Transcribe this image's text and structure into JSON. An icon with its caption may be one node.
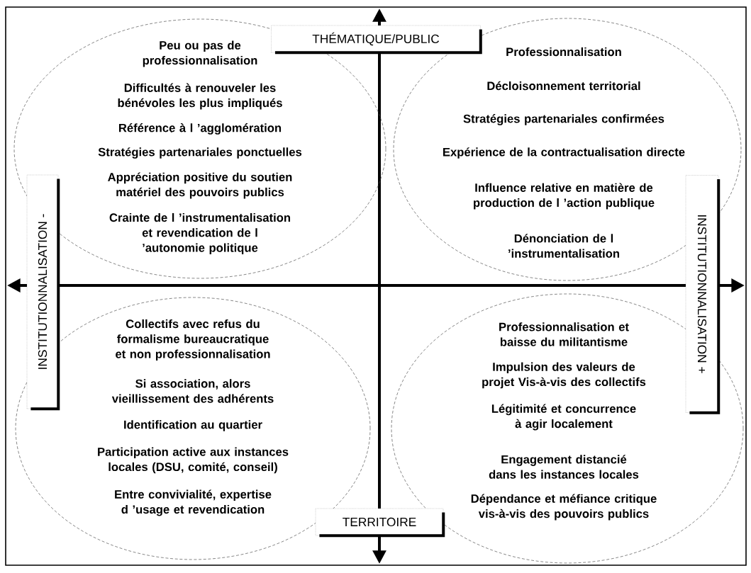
{
  "diagram": {
    "nodes": [
      {
        "text": [
          "THÉMATIQUE/PUBLIC"
        ]
      },
      {
        "text": [
          "Peu ou pas de professionnalisation",
          "Difficultés à renouveler les bénévoles les plus impliqués",
          "Référence à l ’agglomération",
          "Stratégies partenariales ponctuelles",
          "Appréciation positive du soutien matériel des pouvoirs publics",
          "Crainte de l ’instrumentalisation et revendication de l ’autonomie politique"
        ]
      },
      {
        "text": [
          "Professionnalisation",
          "Décloisonnement territorial",
          "Stratégies partenariales confirmées",
          "Expérience de la contractualisation directe",
          "Influence relative en matière de production de l ’action publique",
          "Dénonciation de l ’instrumentalisation"
        ]
      },
      {
        "text": [
          "INSTITUTIONNALISATION -"
        ]
      },
      {
        "text": [
          "INSTITUTIONNALISATION +"
        ]
      },
      {
        "text": [
          "Collectifs avec refus du formalisme bureaucratique et non professionnalisation",
          "Si association, alors vieillissement des adhérents",
          "Identification au quartier",
          "Participation active aux instances locales (DSU, comité, conseil)",
          "Entre convivialité, expertise d ’usage et revendication"
        ]
      },
      {
        "text": [
          "Professionnalisation et baisse du militantisme",
          "Impulsion des valeurs de projet Vis-à-vis des collectifs",
          "Légitimité et concurrence à agir localement",
          "Engagement distancié dans les instances locales",
          "Dépendance et méfiance critique vis-à-vis des pouvoirs publics"
        ]
      },
      {
        "text": [
          "TERRITOIRE"
        ]
      }
    ]
  }
}
